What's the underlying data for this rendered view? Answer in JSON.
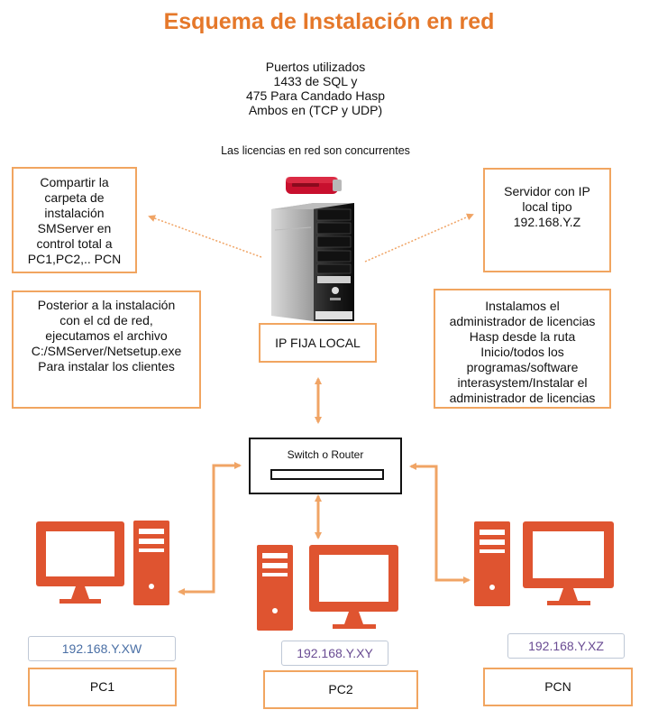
{
  "title": "Esquema de Instalación en red",
  "ports": {
    "line1": "Puertos utilizados",
    "line2": "1433 de SQL y",
    "line3": "475 Para Candado Hasp",
    "line4": "Ambos en (TCP y UDP)"
  },
  "license_note": "Las licencias en red son concurrentes",
  "notes": {
    "share_folder": [
      "Compartir la",
      "carpeta de",
      "instalación",
      "SMServer en",
      "control total a",
      "PC1,PC2,.. PCN"
    ],
    "server_ip": [
      "Servidor con IP",
      "local tipo",
      "192.168.Y.Z"
    ],
    "client_install": [
      "Posterior a la instalación",
      "con el cd de red,",
      "ejecutamos el archivo",
      "C:/SMServer/Netsetup.exe",
      "Para instalar los clientes"
    ],
    "license_manager": [
      "Instalamos el",
      "administrador de licencias",
      "Hasp desde la ruta",
      "Inicio/todos los",
      "programas/software",
      "interasystem/Instalar el",
      "administrador de licencias"
    ]
  },
  "server_label": "IP FIJA LOCAL",
  "switch_label": "Switch o Router",
  "clients": [
    {
      "name": "PC1",
      "ip": "192.168.Y.XW",
      "ip_color": "#4a6fa5"
    },
    {
      "name": "PC2",
      "ip": "192.168.Y.XY",
      "ip_color": "#6a4c93"
    },
    {
      "name": "PCN",
      "ip": "192.168.Y.XZ",
      "ip_color": "#6a4c93"
    }
  ],
  "colors": {
    "accent": "#e5782a",
    "box_border": "#f1a560",
    "computer": "#df5430",
    "arrow": "#f0a465",
    "dongle": "#c8102e"
  },
  "icons": [
    "usb-dongle-icon",
    "server-tower-icon",
    "desktop-computer-icon"
  ]
}
